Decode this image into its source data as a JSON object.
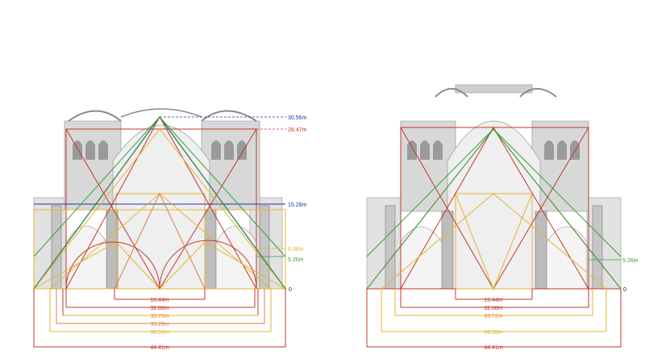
{
  "colors": {
    "red": "#c0392b",
    "dark_red": "#8e2a1a",
    "orange": "#d9823b",
    "yellow": "#e3b52f",
    "blue": "#2233aa",
    "green": "#39a038",
    "black": "#222222",
    "stone_light": "#d6d6d6",
    "stone_dark": "#8a8a8a"
  },
  "left_section": {
    "height_labels": {
      "top": "30.56m",
      "upper": "28.47m",
      "middle": "15.28m",
      "lower_yellow": "6.98m",
      "lower_green": "5.26m",
      "ground": "0"
    },
    "width_labels": [
      "16.44m",
      "32.88m",
      "33.72m",
      "35.29m",
      "36.50m",
      "44.41m"
    ]
  },
  "right_section": {
    "height_labels": {
      "lower_green": "5.26m",
      "ground": "0"
    },
    "width_labels": [
      "16.44m",
      "32.88m",
      "33.72m",
      "36.50m",
      "44.41m"
    ]
  }
}
